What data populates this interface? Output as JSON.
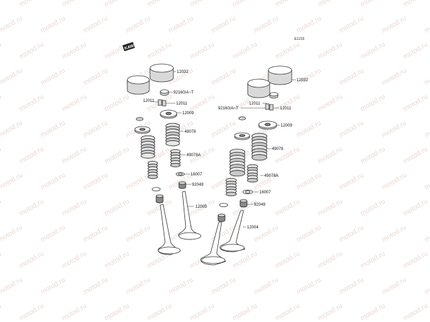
{
  "diagram_code": "E1210",
  "watermark_text": "motod.ru",
  "logo_text": "KAW",
  "labels": {
    "l12032": "12032",
    "l92160": "92160/A~T",
    "l12011": "12011",
    "l12009": "12009",
    "l49078": "49078",
    "l49078A": "49078A",
    "l16007": "16007",
    "l92049": "92049",
    "l12005": "12005",
    "r12032": "12032",
    "r12011a": "12011",
    "r92160": "92160/A~T",
    "r12011b": "12011",
    "r12009": "12009",
    "r49078": "49078",
    "r49078A": "49078A",
    "r16007": "16007",
    "r92049": "92049",
    "r12004": "12004"
  },
  "colors": {
    "watermark": "#e9d9d2",
    "line": "#333333",
    "part_fill": "#d9d9d9"
  }
}
